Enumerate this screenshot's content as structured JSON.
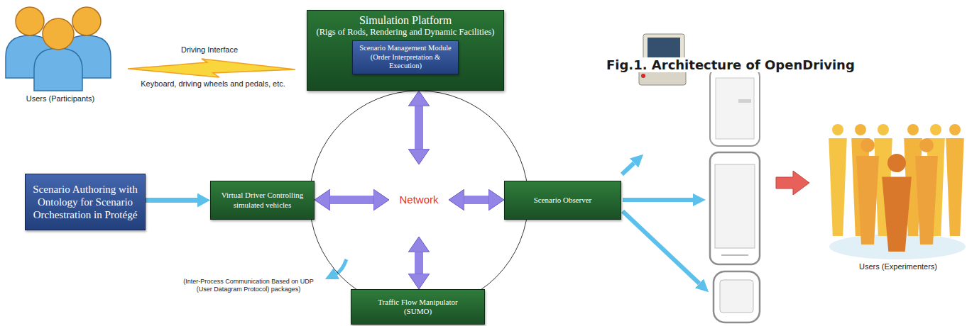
{
  "diagram": {
    "caption": "Fig.1. Architecture of OpenDriving",
    "nodes": [
      {
        "text": [
          "Simulation Platform",
          "(Rigs of Rods, Rendering and Dynamic Facilities)"
        ]
      },
      {
        "text": [
          "Scenario Management Module",
          "(Order Interpretation & Execution)"
        ],
        "in": 0
      },
      {
        "text": [
          "Scenario Authoring with Ontology for Scenario Orchestration in Protégé"
        ]
      },
      {
        "text": [
          "Virtual Driver Controlling simulated vehicles"
        ]
      },
      {
        "text": [
          "Network"
        ]
      },
      {
        "text": [
          "Scenario Observer"
        ]
      },
      {
        "text": [
          "Traffic Flow Manipulator",
          "(SUMO)"
        ]
      }
    ],
    "edges": [
      {
        "from": 2,
        "to": 3,
        "arrow": "to"
      },
      {
        "from": 4,
        "to": 0,
        "arrow": "both"
      },
      {
        "from": 4,
        "to": 3,
        "arrow": "both"
      },
      {
        "from": 4,
        "to": 5,
        "arrow": "both"
      },
      {
        "from": 4,
        "to": 6,
        "arrow": "both"
      }
    ],
    "labels": [
      "Driving Interface",
      "Keyboard, driving wheels and pedals, etc.",
      "Users (Participants)",
      "(Inter-Process Communication Based on UDP (User Datagram Protocol) packages)",
      "Users (Experimenters)"
    ]
  }
}
